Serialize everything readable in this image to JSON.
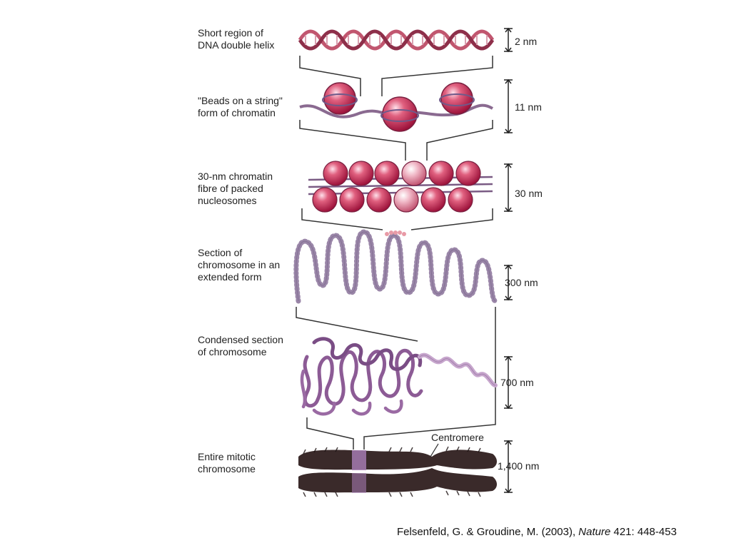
{
  "levels": [
    {
      "label": "Short region of\nDNA double helix",
      "scale": "2 nm"
    },
    {
      "label": "\"Beads on a string\"\nform of chromatin",
      "scale": "11 nm"
    },
    {
      "label": "30-nm chromatin\nfibre of packed\nnucleosomes",
      "scale": "30 nm"
    },
    {
      "label": "Section of\nchromosome in an\nextended form",
      "scale": "300 nm"
    },
    {
      "label": "Condensed section\nof chromosome",
      "scale": "700 nm"
    },
    {
      "label": "Entire mitotic\nchromosome",
      "scale": "1,400 nm"
    }
  ],
  "centromere_label": "Centromere",
  "citation": {
    "authors": "Felsenfeld, G. & Groudine, M. (2003),",
    "journal": "Nature",
    "ref": "421:  448-453"
  },
  "colors": {
    "dna": "#c1566f",
    "bead": "#c8174a",
    "loops": "#9a86a8",
    "condensed": "#8c5b95",
    "chromosome": "#3a2a2a",
    "line": "#333333"
  }
}
